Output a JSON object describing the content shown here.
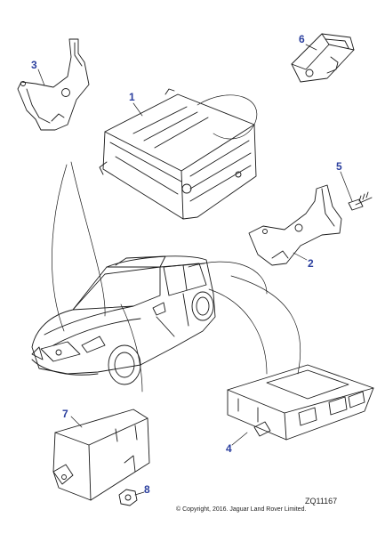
{
  "diagram": {
    "callouts": [
      {
        "label": "1",
        "part": "radio-module"
      },
      {
        "label": "2",
        "part": "radio-mounting-bracket"
      },
      {
        "label": "3",
        "part": "upper-mounting-bracket"
      },
      {
        "label": "4",
        "part": "control-module"
      },
      {
        "label": "5",
        "part": "bolt"
      },
      {
        "label": "6",
        "part": "antenna-receiver"
      },
      {
        "label": "7",
        "part": "module-housing"
      },
      {
        "label": "8",
        "part": "nut"
      }
    ],
    "reference_code": "ZQ11167",
    "copyright": "© Copyright, 2016. Jaguar Land Rover Limited."
  },
  "colors": {
    "callout_text": "#2b3f9e",
    "line_art": "#1a1a1a",
    "background": "#ffffff"
  }
}
